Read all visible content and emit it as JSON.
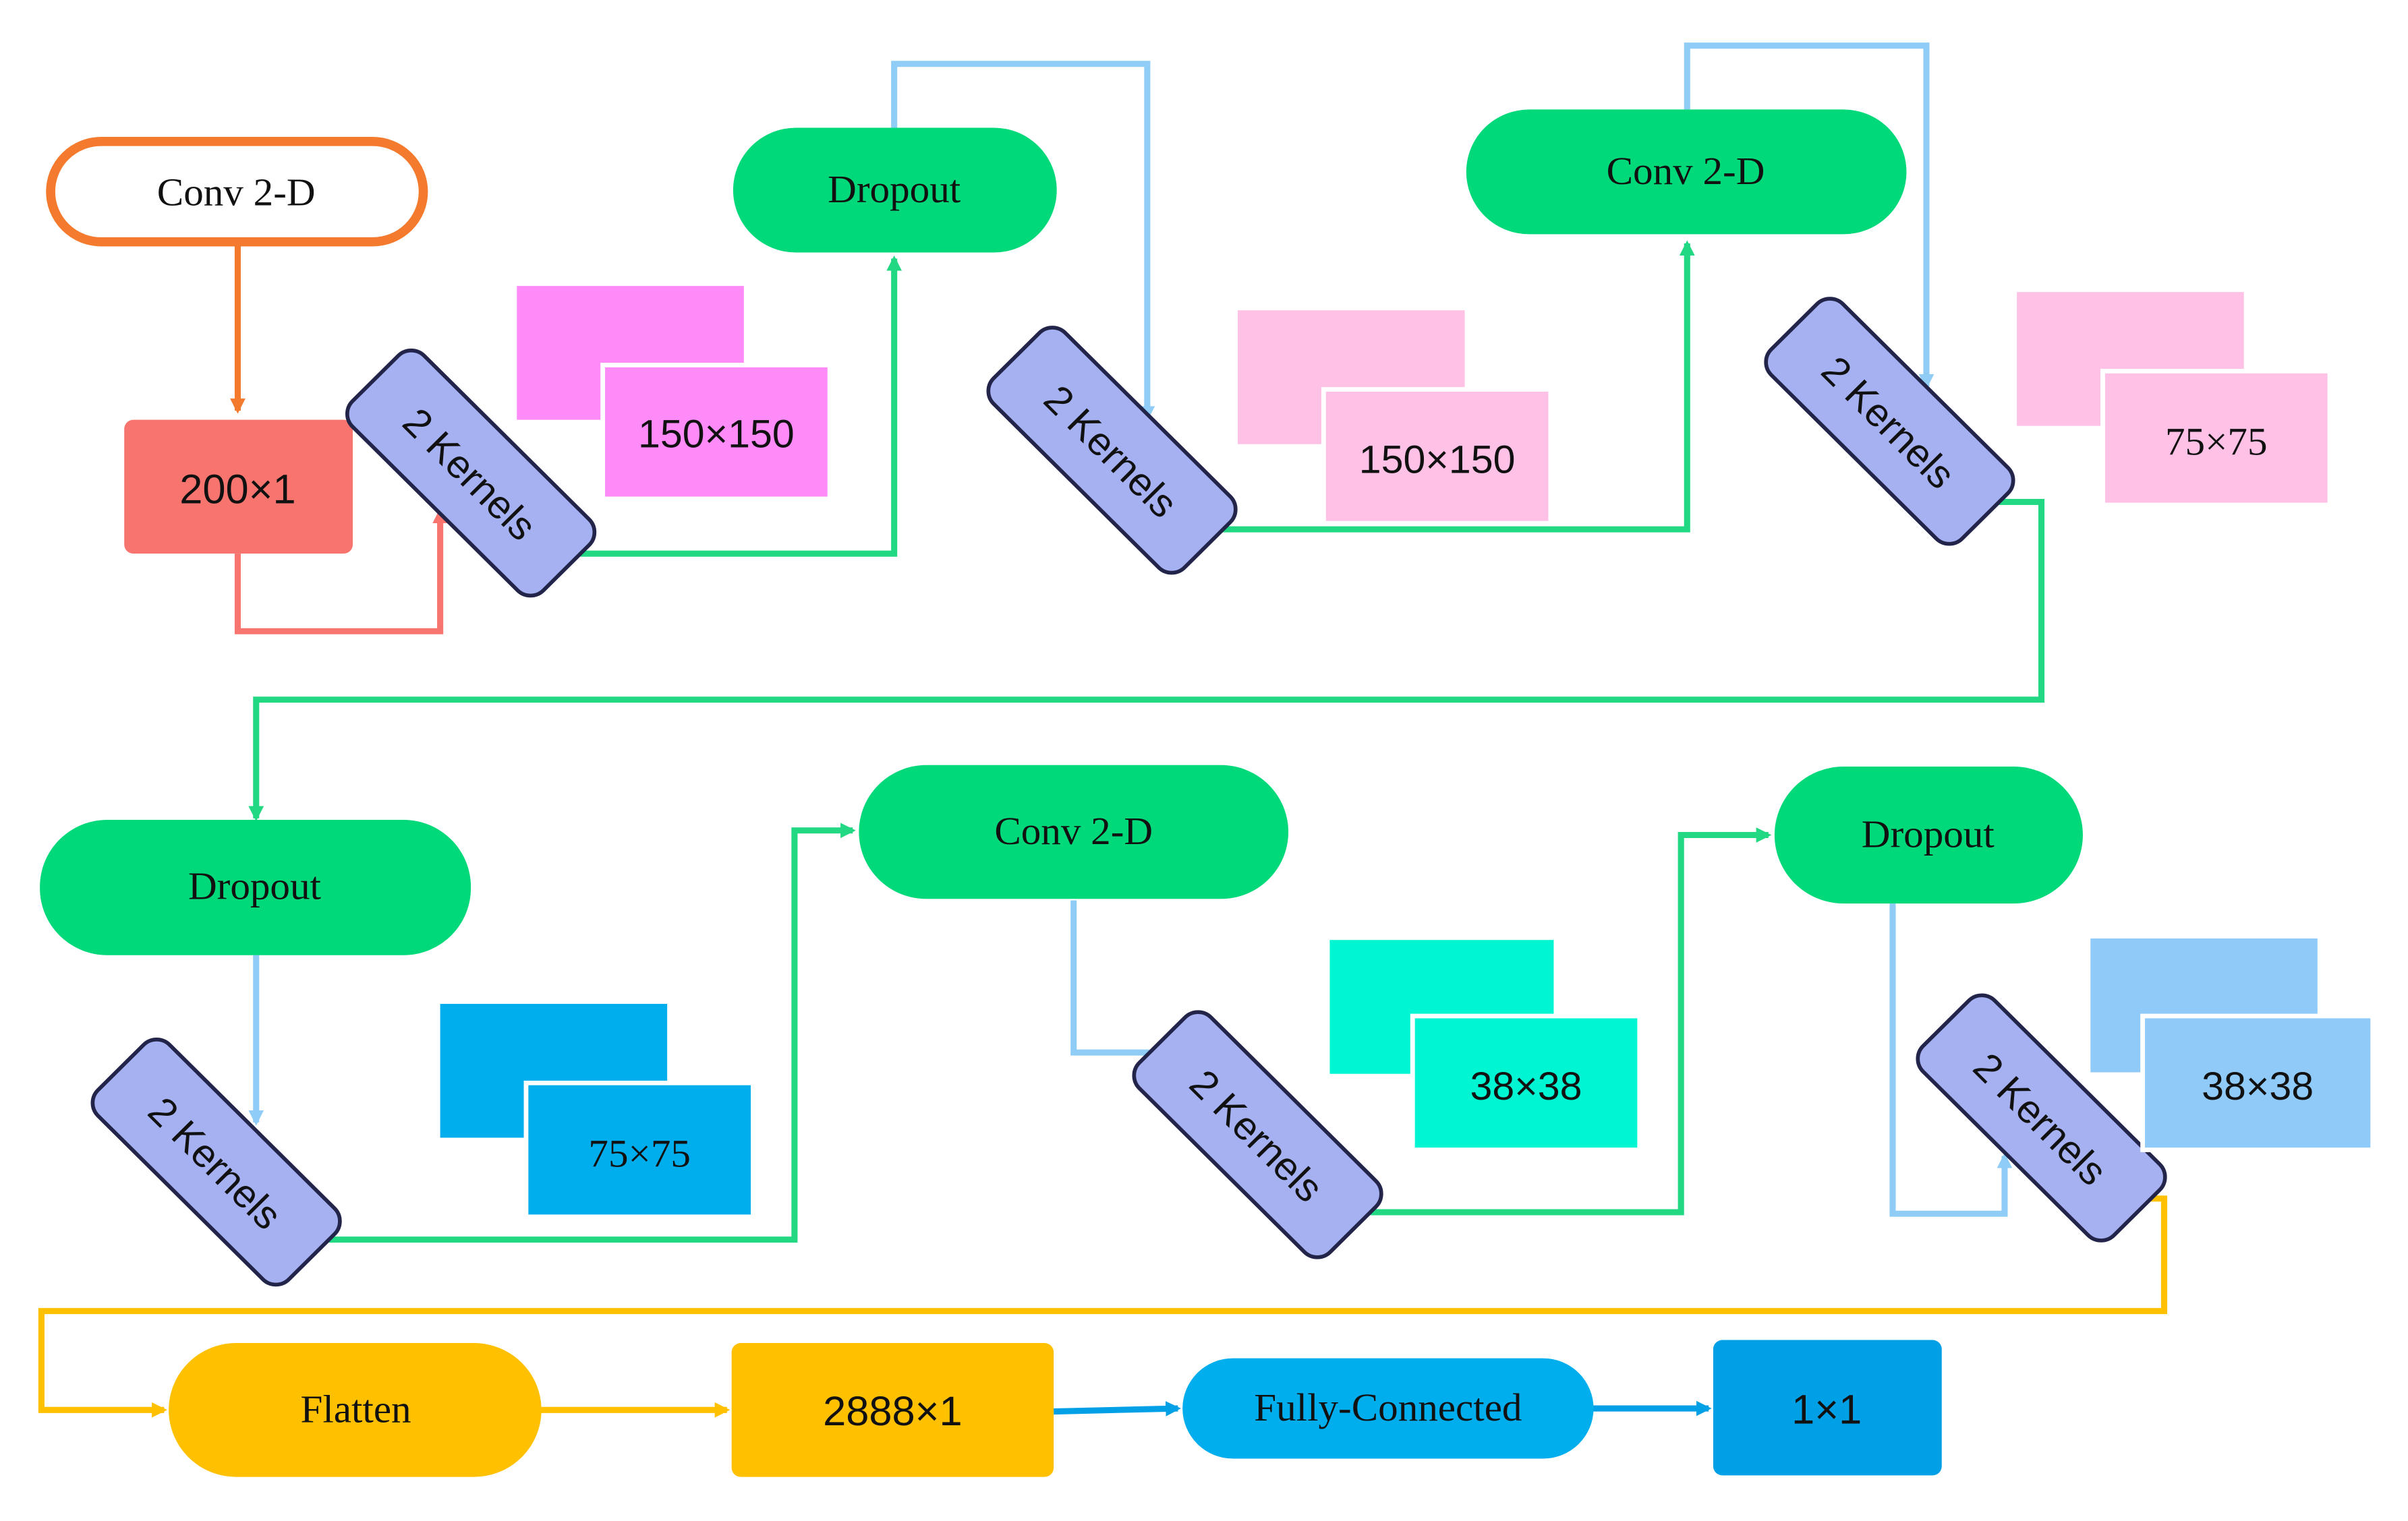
{
  "nodes": {
    "conv1": "Conv 2-D",
    "in_size": "200×1",
    "k1": "2 Kernels",
    "fm1": "150×150",
    "drop1": "Dropout",
    "k2": "2 Kernels",
    "fm2": "150×150",
    "conv2": "Conv 2-D",
    "k3": "2 Kernels",
    "fm3": "75×75",
    "drop2": "Dropout",
    "k4": "2 Kernels",
    "fm4": "75×75",
    "conv3": "Conv 2-D",
    "k5": "2 Kernels",
    "fm5": "38×38",
    "drop3": "Dropout",
    "k6": "2 Kernels",
    "fm6": "38×38",
    "flatten": "Flatten",
    "flat_size": "2888×1",
    "fc": "Fully-Connected",
    "out_size": "1×1"
  },
  "colors": {
    "orange": "#f47a2e",
    "salmon": "#f8756f",
    "green": "#00d97a",
    "line_green": "#22d882",
    "light_blue": "#8fcdf7",
    "kernel": "#a6b1f2",
    "magenta": "#ff8bf9",
    "pink": "#ffc1e5",
    "cyan": "#00f6d2",
    "blue": "#00aeee",
    "pale_blue": "#8fcaf9",
    "yellow": "#ffc000",
    "out_blue": "#00a0e6"
  }
}
